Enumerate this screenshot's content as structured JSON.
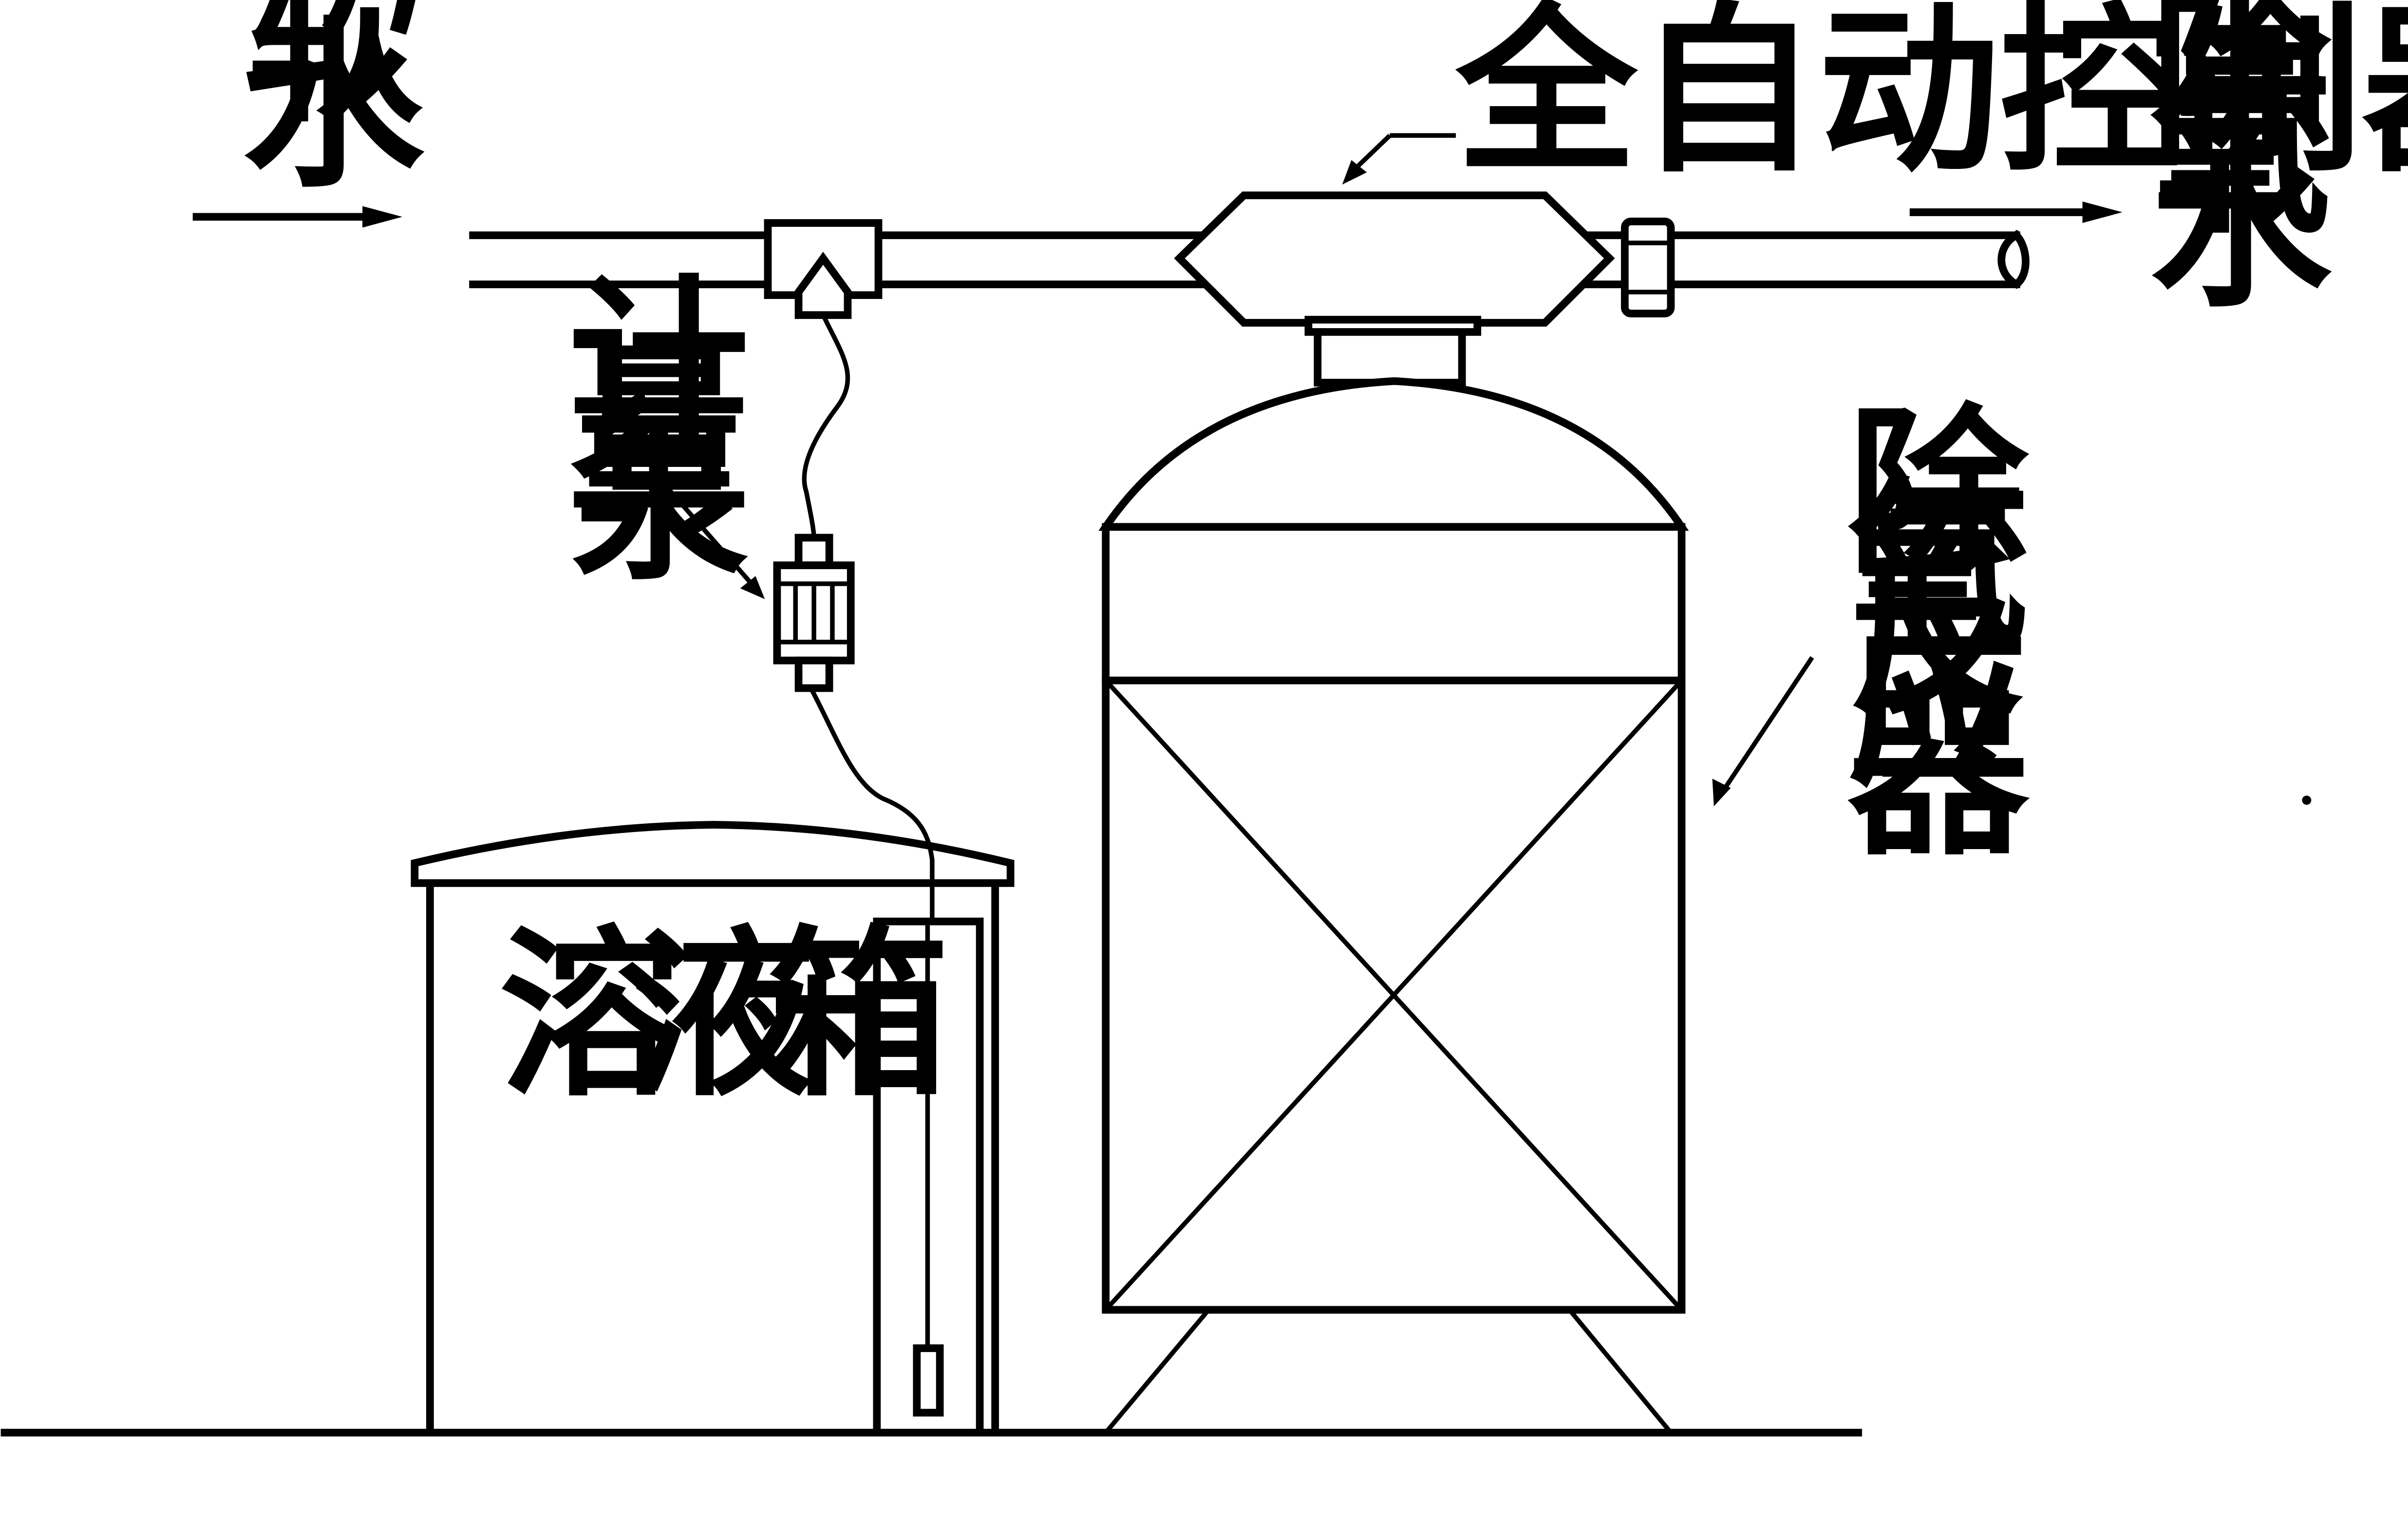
{
  "labels": {
    "soft_water_1": "软",
    "soft_water_2": "水",
    "controller": "全自动控制器",
    "deox_water_1": "除",
    "deox_water_2": "氧",
    "deox_water_3": "水",
    "pump_1": "计",
    "pump_2": "量",
    "pump_3": "泵",
    "reactor_1": "除",
    "reactor_2": "氧",
    "reactor_3": "反",
    "reactor_4": "应",
    "reactor_5": "器",
    "tank_1": "溶",
    "tank_2": "液",
    "tank_3": "箱"
  },
  "colors": {
    "line": "#000000",
    "background": "#ffffff"
  }
}
